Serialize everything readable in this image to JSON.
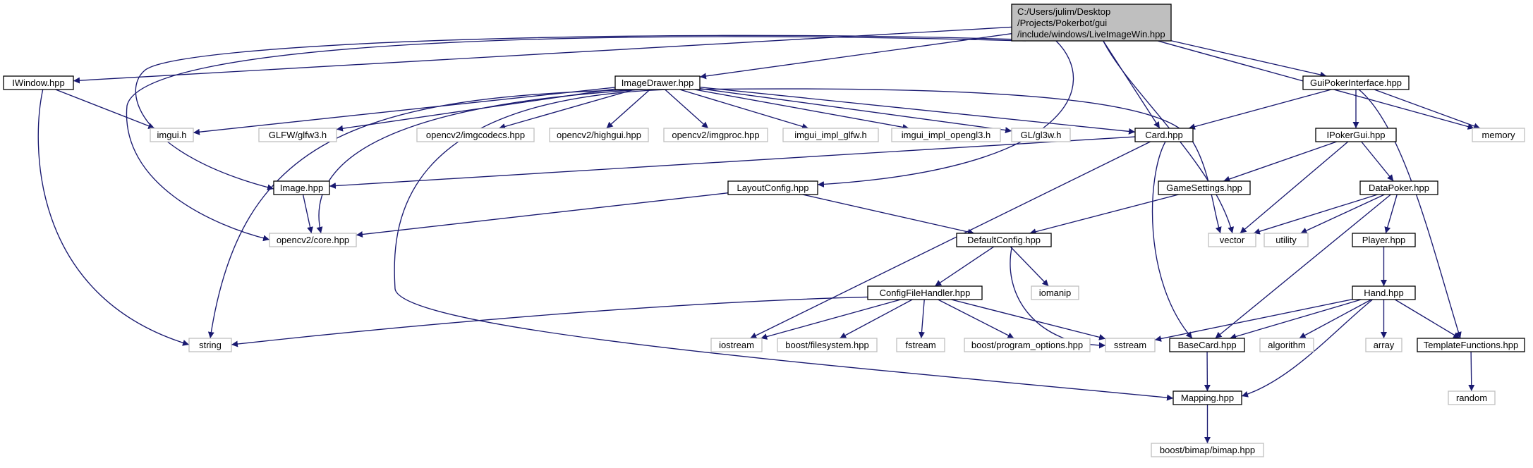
{
  "colors": {
    "edge": "#191970",
    "node_border_linked": "#000000",
    "node_border_external": "#bfbfbf",
    "root_fill": "#bfbfbf",
    "node_fill": "#ffffff"
  },
  "nodes": [
    {
      "id": "root",
      "kind": "root",
      "lines": [
        "C:/Users/julim/Desktop",
        "/Projects/Pokerbot/gui",
        "/include/windows/LiveImageWin.hpp"
      ]
    },
    {
      "id": "iwindow",
      "kind": "linked",
      "lines": [
        "IWindow.hpp"
      ]
    },
    {
      "id": "imagedrawer",
      "kind": "linked",
      "lines": [
        "ImageDrawer.hpp"
      ]
    },
    {
      "id": "guipoker",
      "kind": "linked",
      "lines": [
        "GuiPokerInterface.hpp"
      ]
    },
    {
      "id": "imgui",
      "kind": "external",
      "lines": [
        "imgui.h"
      ]
    },
    {
      "id": "glfw",
      "kind": "external",
      "lines": [
        "GLFW/glfw3.h"
      ]
    },
    {
      "id": "imgcodecs",
      "kind": "external",
      "lines": [
        "opencv2/imgcodecs.hpp"
      ]
    },
    {
      "id": "highgui",
      "kind": "external",
      "lines": [
        "opencv2/highgui.hpp"
      ]
    },
    {
      "id": "imgproc",
      "kind": "external",
      "lines": [
        "opencv2/imgproc.hpp"
      ]
    },
    {
      "id": "implglfw",
      "kind": "external",
      "lines": [
        "imgui_impl_glfw.h"
      ]
    },
    {
      "id": "implgl3",
      "kind": "external",
      "lines": [
        "imgui_impl_opengl3.h"
      ]
    },
    {
      "id": "gl3w",
      "kind": "external",
      "lines": [
        "GL/gl3w.h"
      ]
    },
    {
      "id": "card",
      "kind": "linked",
      "lines": [
        "Card.hpp"
      ]
    },
    {
      "id": "ipokergui",
      "kind": "linked",
      "lines": [
        "IPokerGui.hpp"
      ]
    },
    {
      "id": "memory",
      "kind": "external",
      "lines": [
        "memory"
      ]
    },
    {
      "id": "image",
      "kind": "linked",
      "lines": [
        "Image.hpp"
      ]
    },
    {
      "id": "layoutconfig",
      "kind": "linked",
      "lines": [
        "LayoutConfig.hpp"
      ]
    },
    {
      "id": "gamesettings",
      "kind": "linked",
      "lines": [
        "GameSettings.hpp"
      ]
    },
    {
      "id": "datapoker",
      "kind": "linked",
      "lines": [
        "DataPoker.hpp"
      ]
    },
    {
      "id": "cvcore",
      "kind": "external",
      "lines": [
        "opencv2/core.hpp"
      ]
    },
    {
      "id": "defaultconfig",
      "kind": "linked",
      "lines": [
        "DefaultConfig.hpp"
      ]
    },
    {
      "id": "vector",
      "kind": "external",
      "lines": [
        "vector"
      ]
    },
    {
      "id": "utility",
      "kind": "external",
      "lines": [
        "utility"
      ]
    },
    {
      "id": "player",
      "kind": "linked",
      "lines": [
        "Player.hpp"
      ]
    },
    {
      "id": "cfh",
      "kind": "linked",
      "lines": [
        "ConfigFileHandler.hpp"
      ]
    },
    {
      "id": "iomanip",
      "kind": "external",
      "lines": [
        "iomanip"
      ]
    },
    {
      "id": "hand",
      "kind": "linked",
      "lines": [
        "Hand.hpp"
      ]
    },
    {
      "id": "string",
      "kind": "external",
      "lines": [
        "string"
      ]
    },
    {
      "id": "iostream",
      "kind": "external",
      "lines": [
        "iostream"
      ]
    },
    {
      "id": "bfs",
      "kind": "external",
      "lines": [
        "boost/filesystem.hpp"
      ]
    },
    {
      "id": "fstream",
      "kind": "external",
      "lines": [
        "fstream"
      ]
    },
    {
      "id": "bpo",
      "kind": "external",
      "lines": [
        "boost/program_options.hpp"
      ]
    },
    {
      "id": "sstream",
      "kind": "external",
      "lines": [
        "sstream"
      ]
    },
    {
      "id": "basecard",
      "kind": "linked",
      "lines": [
        "BaseCard.hpp"
      ]
    },
    {
      "id": "algorithm",
      "kind": "external",
      "lines": [
        "algorithm"
      ]
    },
    {
      "id": "array",
      "kind": "external",
      "lines": [
        "array"
      ]
    },
    {
      "id": "templatefn",
      "kind": "linked",
      "lines": [
        "TemplateFunctions.hpp"
      ]
    },
    {
      "id": "mapping",
      "kind": "linked",
      "lines": [
        "Mapping.hpp"
      ]
    },
    {
      "id": "random",
      "kind": "external",
      "lines": [
        "random"
      ]
    },
    {
      "id": "bimap",
      "kind": "external",
      "lines": [
        "boost/bimap/bimap.hpp"
      ]
    }
  ],
  "edges": [
    [
      "root",
      "iwindow"
    ],
    [
      "root",
      "imagedrawer"
    ],
    [
      "root",
      "guipoker"
    ],
    [
      "root",
      "memory"
    ],
    [
      "root",
      "card"
    ],
    [
      "root",
      "vector"
    ],
    [
      "root",
      "layoutconfig"
    ],
    [
      "root",
      "image"
    ],
    [
      "root",
      "cvcore"
    ],
    [
      "iwindow",
      "imgui"
    ],
    [
      "iwindow",
      "string"
    ],
    [
      "imagedrawer",
      "imgui"
    ],
    [
      "imagedrawer",
      "glfw"
    ],
    [
      "imagedrawer",
      "imgcodecs"
    ],
    [
      "imagedrawer",
      "highgui"
    ],
    [
      "imagedrawer",
      "imgproc"
    ],
    [
      "imagedrawer",
      "implglfw"
    ],
    [
      "imagedrawer",
      "implgl3"
    ],
    [
      "imagedrawer",
      "gl3w"
    ],
    [
      "imagedrawer",
      "card"
    ],
    [
      "imagedrawer",
      "vector"
    ],
    [
      "imagedrawer",
      "string"
    ],
    [
      "imagedrawer",
      "cvcore"
    ],
    [
      "imagedrawer",
      "mapping"
    ],
    [
      "guipoker",
      "card"
    ],
    [
      "guipoker",
      "ipokergui"
    ],
    [
      "guipoker",
      "memory"
    ],
    [
      "guipoker",
      "templatefn"
    ],
    [
      "card",
      "image"
    ],
    [
      "card",
      "iostream"
    ],
    [
      "card",
      "basecard"
    ],
    [
      "ipokergui",
      "gamesettings"
    ],
    [
      "ipokergui",
      "datapoker"
    ],
    [
      "ipokergui",
      "vector"
    ],
    [
      "image",
      "cvcore"
    ],
    [
      "layoutconfig",
      "cvcore"
    ],
    [
      "layoutconfig",
      "defaultconfig"
    ],
    [
      "gamesettings",
      "defaultconfig"
    ],
    [
      "datapoker",
      "vector"
    ],
    [
      "datapoker",
      "utility"
    ],
    [
      "datapoker",
      "player"
    ],
    [
      "datapoker",
      "basecard"
    ],
    [
      "defaultconfig",
      "cfh"
    ],
    [
      "defaultconfig",
      "iomanip"
    ],
    [
      "defaultconfig",
      "sstream"
    ],
    [
      "player",
      "hand"
    ],
    [
      "cfh",
      "string"
    ],
    [
      "cfh",
      "iostream"
    ],
    [
      "cfh",
      "bfs"
    ],
    [
      "cfh",
      "fstream"
    ],
    [
      "cfh",
      "bpo"
    ],
    [
      "cfh",
      "sstream"
    ],
    [
      "hand",
      "sstream"
    ],
    [
      "hand",
      "basecard"
    ],
    [
      "hand",
      "algorithm"
    ],
    [
      "hand",
      "array"
    ],
    [
      "hand",
      "templatefn"
    ],
    [
      "hand",
      "mapping"
    ],
    [
      "basecard",
      "mapping"
    ],
    [
      "templatefn",
      "random"
    ],
    [
      "mapping",
      "bimap"
    ]
  ]
}
